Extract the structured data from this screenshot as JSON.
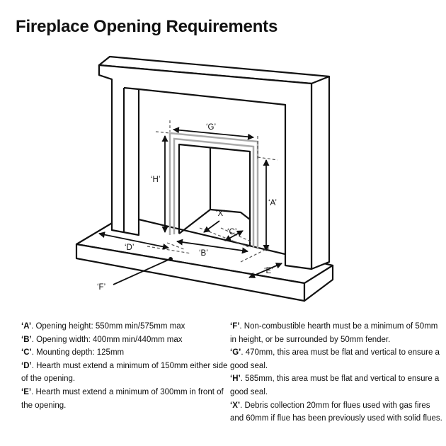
{
  "title": "Fireplace Opening Requirements",
  "labels": {
    "G": "‘G’",
    "H": "‘H’",
    "A": "‘A’",
    "X": "‘X’",
    "C": "‘C’",
    "D": "‘D’",
    "B": "‘B’",
    "E": "‘E’",
    "F": "‘F’"
  },
  "notes_left": [
    {
      "key": "‘A’",
      "text": ". Opening height: 550mm min/575mm max"
    },
    {
      "key": "‘B’",
      "text": ". Opening width: 400mm min/440mm max"
    },
    {
      "key": "‘C’",
      "text": ". Mounting depth: 125mm"
    },
    {
      "key": "‘D’",
      "text": ". Hearth must extend a minimum of 150mm either side of the opening."
    },
    {
      "key": "‘E’",
      "text": ". Hearth must extend a minimum of 300mm in front of the opening."
    }
  ],
  "notes_right": [
    {
      "key": "‘F’",
      "text": ". Non-combustible hearth must be a minimum of 50mm in height, or be surrounded by 50mm fender."
    },
    {
      "key": "‘G’",
      "text": ". 470mm, this area must be flat and vertical to ensure a good seal."
    },
    {
      "key": "‘H’",
      "text": ". 585mm, this area must be flat and vertical to ensure a good seal."
    },
    {
      "key": "‘X’",
      "text": ". Debris collection 20mm for flues used with gas fires and 60mm if flue has been previously used with solid flues."
    }
  ]
}
